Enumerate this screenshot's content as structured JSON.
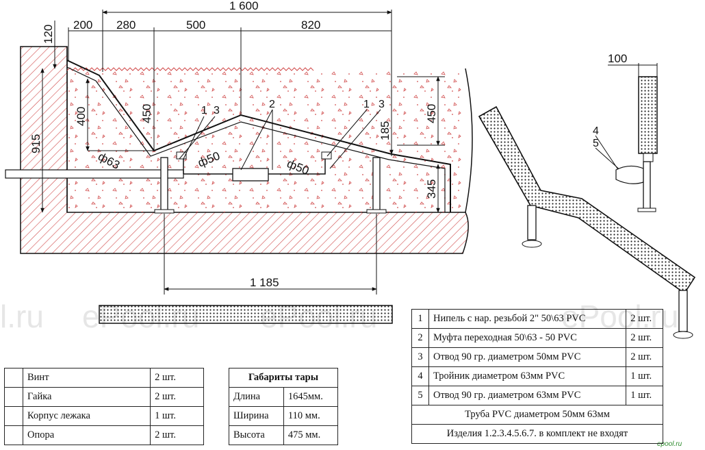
{
  "dimensions": {
    "total_length": "1 600",
    "segments": [
      "200",
      "280",
      "500",
      "820"
    ],
    "top_height": "120",
    "rise_400": "400",
    "rise_450_left": "450",
    "rise_450_right": "450",
    "height_915": "915",
    "height_185": "185",
    "height_345": "345",
    "support_span": "1 185",
    "pipe_63": "ф63",
    "pipe_50_left": "ф50",
    "pipe_50_right": "ф50",
    "side_width": "100"
  },
  "callouts": {
    "left_1": "1",
    "left_3": "3",
    "center_2": "2",
    "right_1": "1",
    "right_3": "3",
    "side_4": "4",
    "side_5": "5"
  },
  "watermarks": [
    "l.ru",
    "ePool.ru",
    "ePool.ru",
    "ePool.ru"
  ],
  "corner_mark": "epool.ru",
  "parts_table": {
    "rows": [
      {
        "num": "",
        "name": "Винт",
        "qty": "2 шт."
      },
      {
        "num": "",
        "name": "Гайка",
        "qty": "2 шт."
      },
      {
        "num": "",
        "name": "Корпус лежака",
        "qty": "1 шт."
      },
      {
        "num": "",
        "name": "Опора",
        "qty": "2 шт."
      }
    ]
  },
  "package_table": {
    "title": "Габариты тары",
    "rows": [
      {
        "name": "Длина",
        "value": "1645мм."
      },
      {
        "name": "Ширина",
        "value": "110 мм."
      },
      {
        "name": "Высота",
        "value": "475 мм."
      }
    ]
  },
  "fittings_table": {
    "rows": [
      {
        "num": "1",
        "name": "Нипель с нар. резьбой 2\" 50\\63 PVC",
        "qty": "2 шт."
      },
      {
        "num": "2",
        "name": "Муфта переходная 50\\63 - 50 PVC",
        "qty": "2 шт."
      },
      {
        "num": "3",
        "name": "Отвод 90 гр. диаметром 50мм PVC",
        "qty": "2 шт."
      },
      {
        "num": "4",
        "name": "Тройник  диаметром 63мм PVC",
        "qty": "1 шт."
      },
      {
        "num": "5",
        "name": "Отвод 90 гр. диаметром 63мм PVC",
        "qty": "1 шт."
      }
    ],
    "footer_1": "Труба PVC диаметром   50мм 63мм",
    "footer_2": "Изделия 1.2.3.4.5.6.7. в комплект не входят"
  }
}
